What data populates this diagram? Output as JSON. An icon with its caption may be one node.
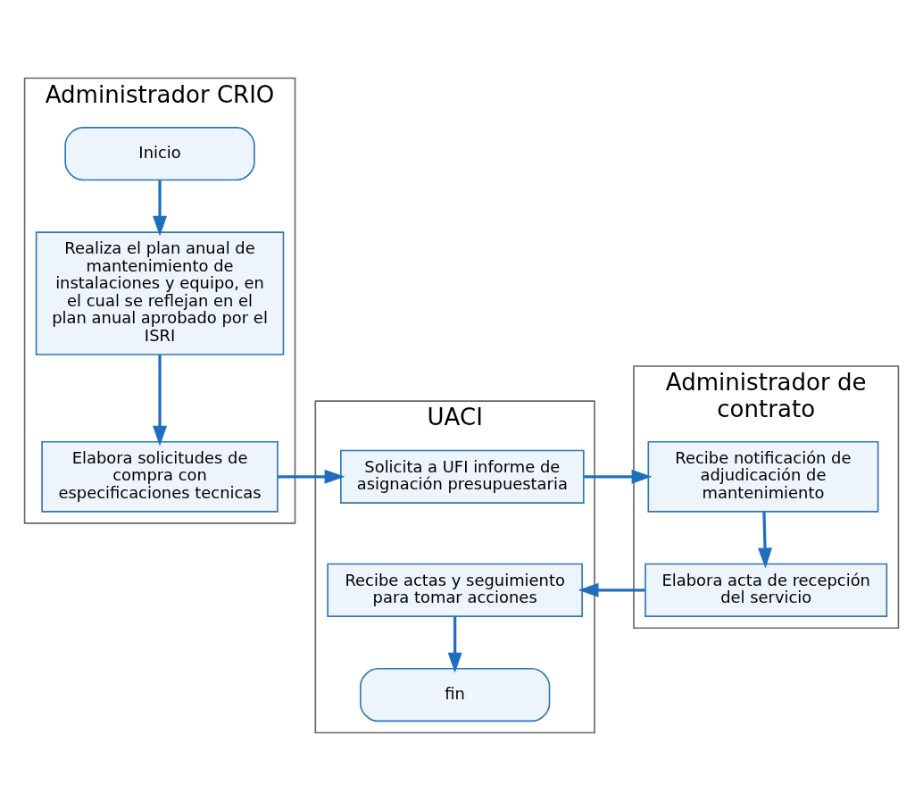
{
  "diagram": {
    "nodes": [
      {
        "text": [
          "Administrador CRIO"
        ]
      },
      {
        "text": [
          "UACI"
        ]
      },
      {
        "text": [
          "Administrador de contrato"
        ]
      },
      {
        "text": [
          "Inicio"
        ],
        "in": 0
      },
      {
        "text": [
          "Realiza el plan anual de mantenimiento de instalaciones y equipo, en el cual se reflejan en el plan anual aprobado por el ISRI"
        ],
        "in": 0
      },
      {
        "text": [
          "Elabora solicitudes de compra con especificaciones tecnicas"
        ],
        "in": 0
      },
      {
        "text": [
          "Solicita a UFI informe de asignación presupuestaria"
        ],
        "in": 1
      },
      {
        "text": [
          "Recibe actas y seguimiento para tomar acciones"
        ],
        "in": 1
      },
      {
        "text": [
          "fin"
        ],
        "in": 1
      },
      {
        "text": [
          "Recibe notificación de adjudicación de mantenimiento"
        ],
        "in": 2
      },
      {
        "text": [
          "Elabora acta de recepción del servicio"
        ],
        "in": 2
      }
    ],
    "edges": [
      {
        "from": 3,
        "to": 4,
        "arrow": "to"
      },
      {
        "from": 4,
        "to": 5,
        "arrow": "to"
      },
      {
        "from": 5,
        "to": 6,
        "arrow": "to"
      },
      {
        "from": 6,
        "to": 9,
        "arrow": "to"
      },
      {
        "from": 9,
        "to": 10,
        "arrow": "to"
      },
      {
        "from": 10,
        "to": 7,
        "arrow": "to"
      },
      {
        "from": 7,
        "to": 8,
        "arrow": "to"
      }
    ]
  }
}
